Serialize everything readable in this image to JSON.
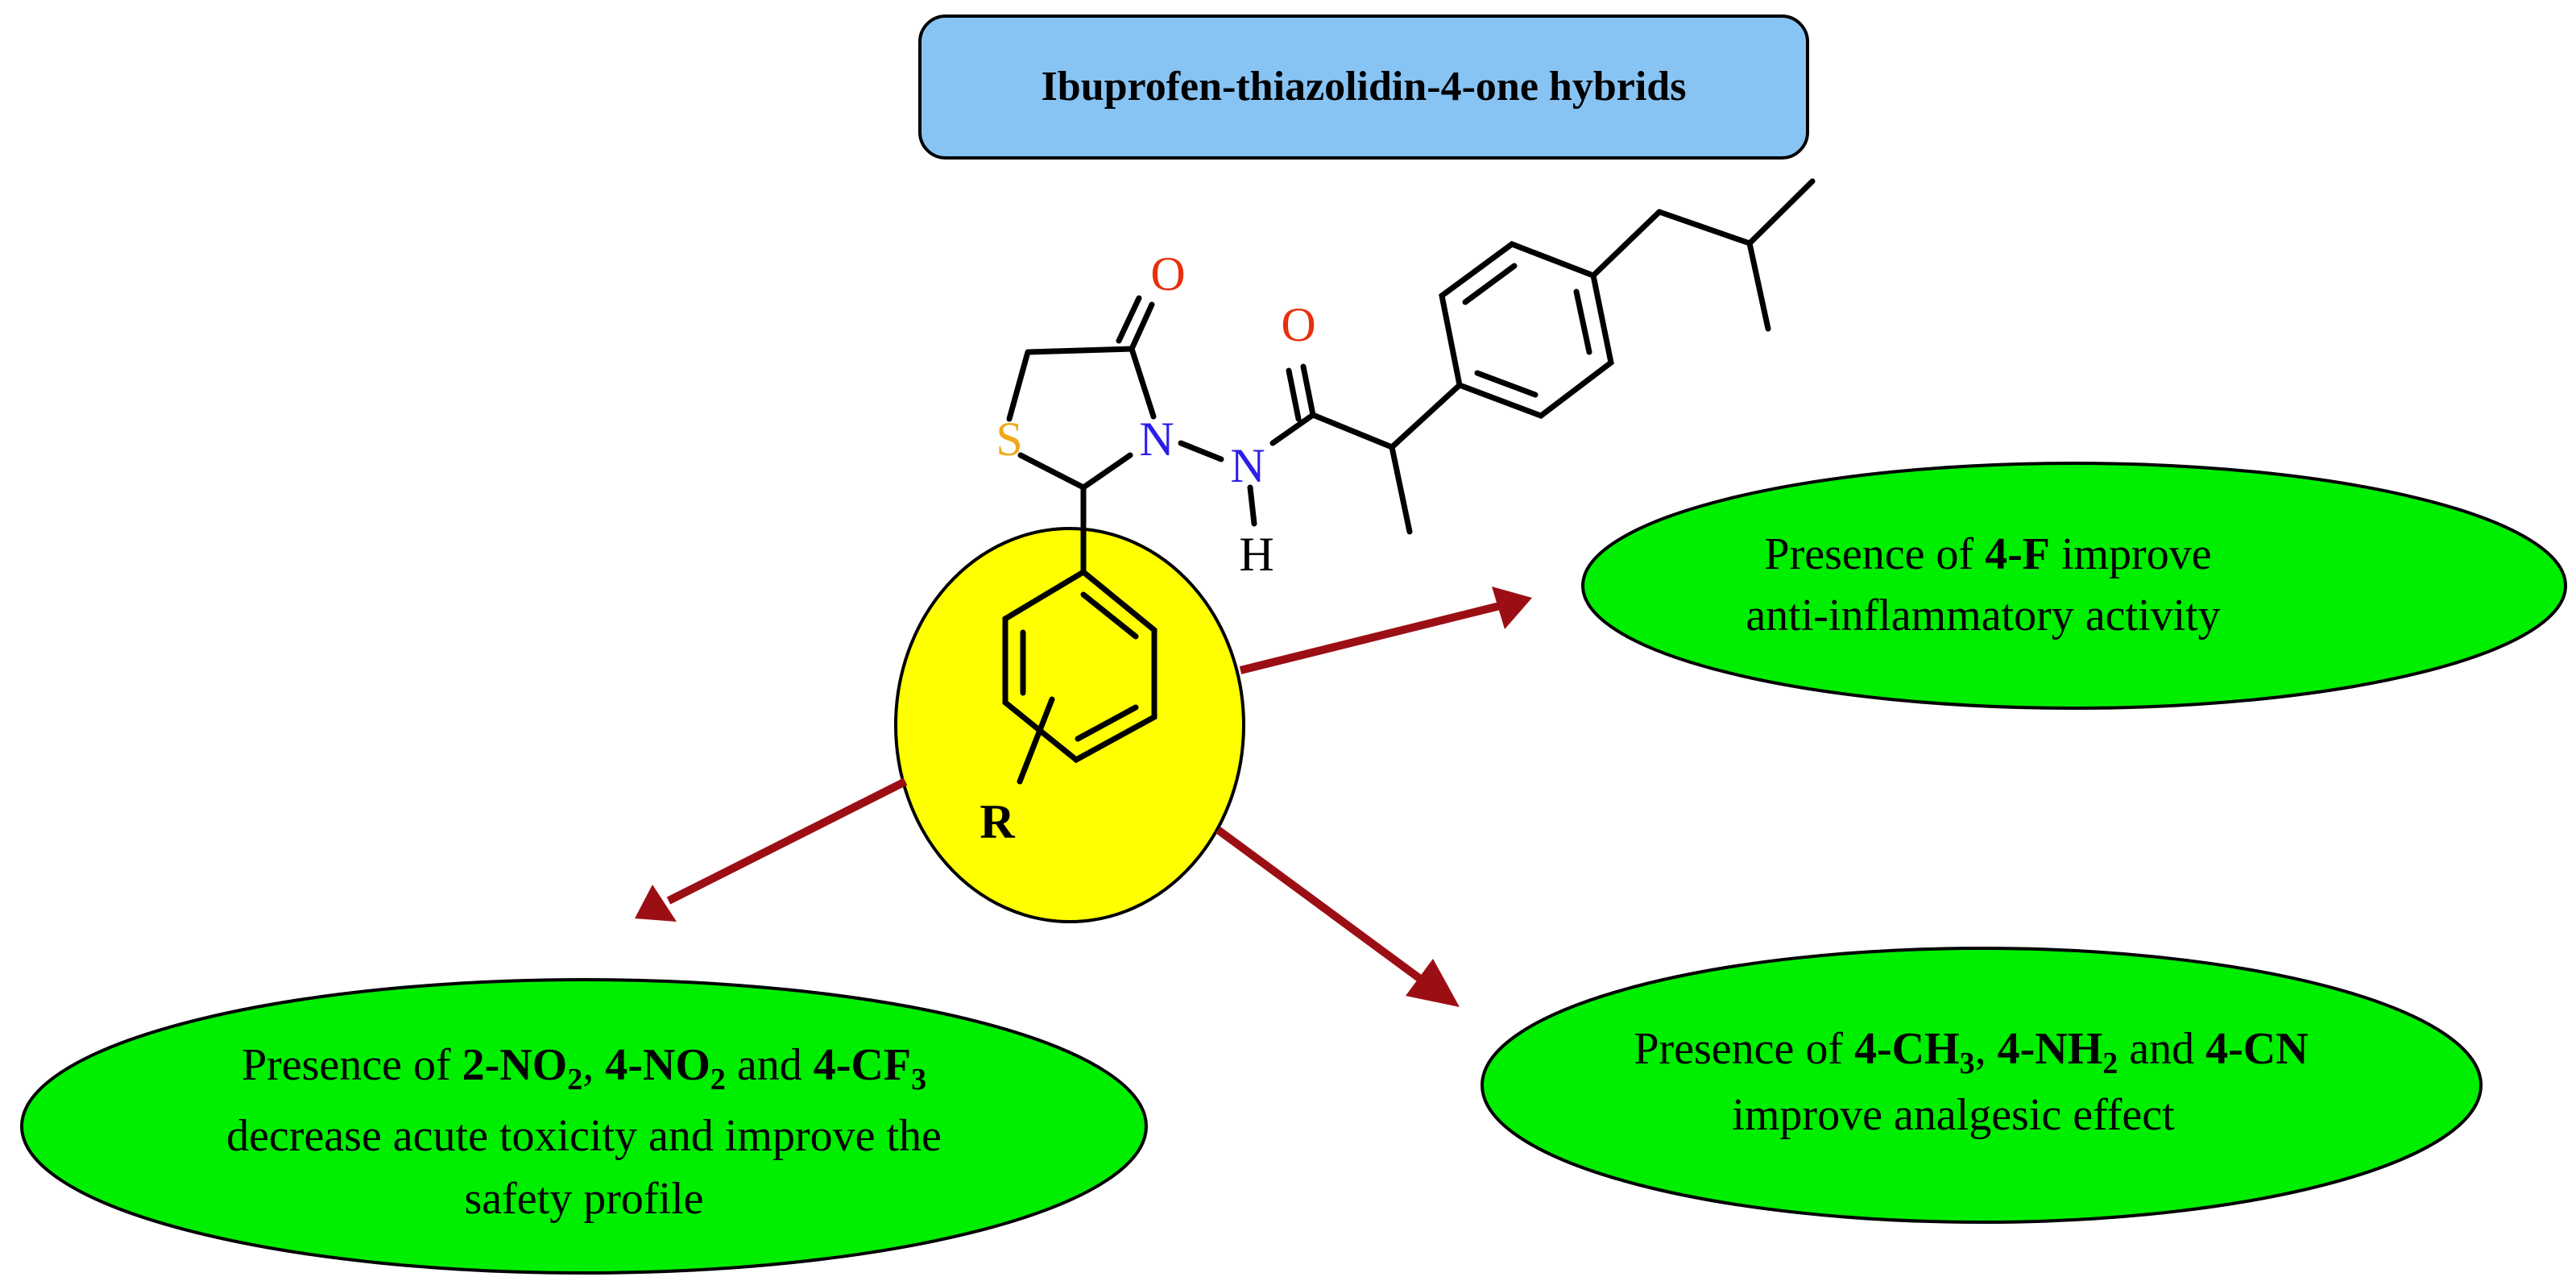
{
  "title": "Ibuprofen-thiazolidin-4-one hybrids",
  "colors": {
    "title_box": "#87c3f3",
    "ellipse_fill": "#00ee00",
    "highlight": "#ffff00",
    "arrow": "#9b0f14",
    "oxygen": "#e8300c",
    "nitrogen": "#2b1ee8",
    "sulfur": "#f0a818"
  },
  "atoms": {
    "o1": "O",
    "o2": "O",
    "s": "S",
    "n1": "N",
    "n2": "N",
    "h": "H",
    "r": "R"
  },
  "ellipses": {
    "e1": {
      "line1": {
        "pre": "Presence of ",
        "bold": "4-F",
        "post": " improve"
      },
      "line2": "anti-inflammatory activity"
    },
    "e2": {
      "line1": {
        "pre": "Presence of ",
        "b1": "2-NO",
        "s1": "2",
        "sep1": ", ",
        "b2": "4-NO",
        "s2": "2",
        "sep2": " and ",
        "b3": "4-CF",
        "s3": "3"
      },
      "line2": "decrease acute toxicity and improve the",
      "line3": "safety profile"
    },
    "e3": {
      "line1": {
        "pre": "Presence of ",
        "b1": "4-CH",
        "s1": "3",
        "sep1": ", ",
        "b2": "4-NH",
        "s2": "2",
        "sep2": " and ",
        "b3": "4-CN"
      },
      "line2": "improve analgesic effect"
    }
  }
}
